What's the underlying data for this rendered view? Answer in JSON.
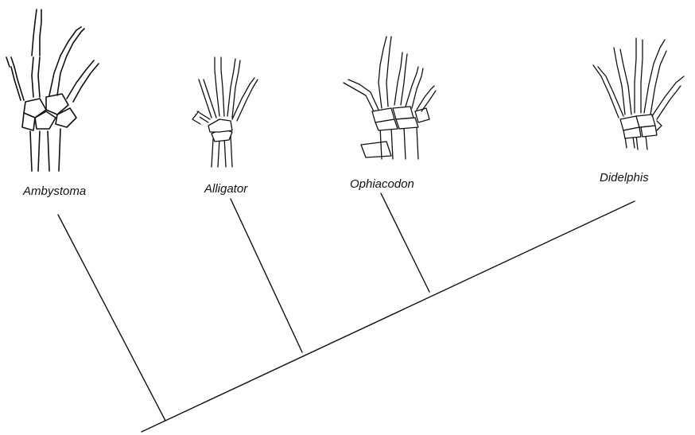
{
  "diagram": {
    "line_color": "#111111",
    "taxa": [
      {
        "name": "Ambystoma",
        "icon": "salamander-forelimb-skeleton-icon"
      },
      {
        "name": "Alligator",
        "icon": "alligator-forelimb-skeleton-icon"
      },
      {
        "name": "Ophiacodon",
        "icon": "synapsid-forelimb-skeleton-icon"
      },
      {
        "name": "Didelphis",
        "icon": "opossum-forelimb-skeleton-icon"
      }
    ]
  }
}
